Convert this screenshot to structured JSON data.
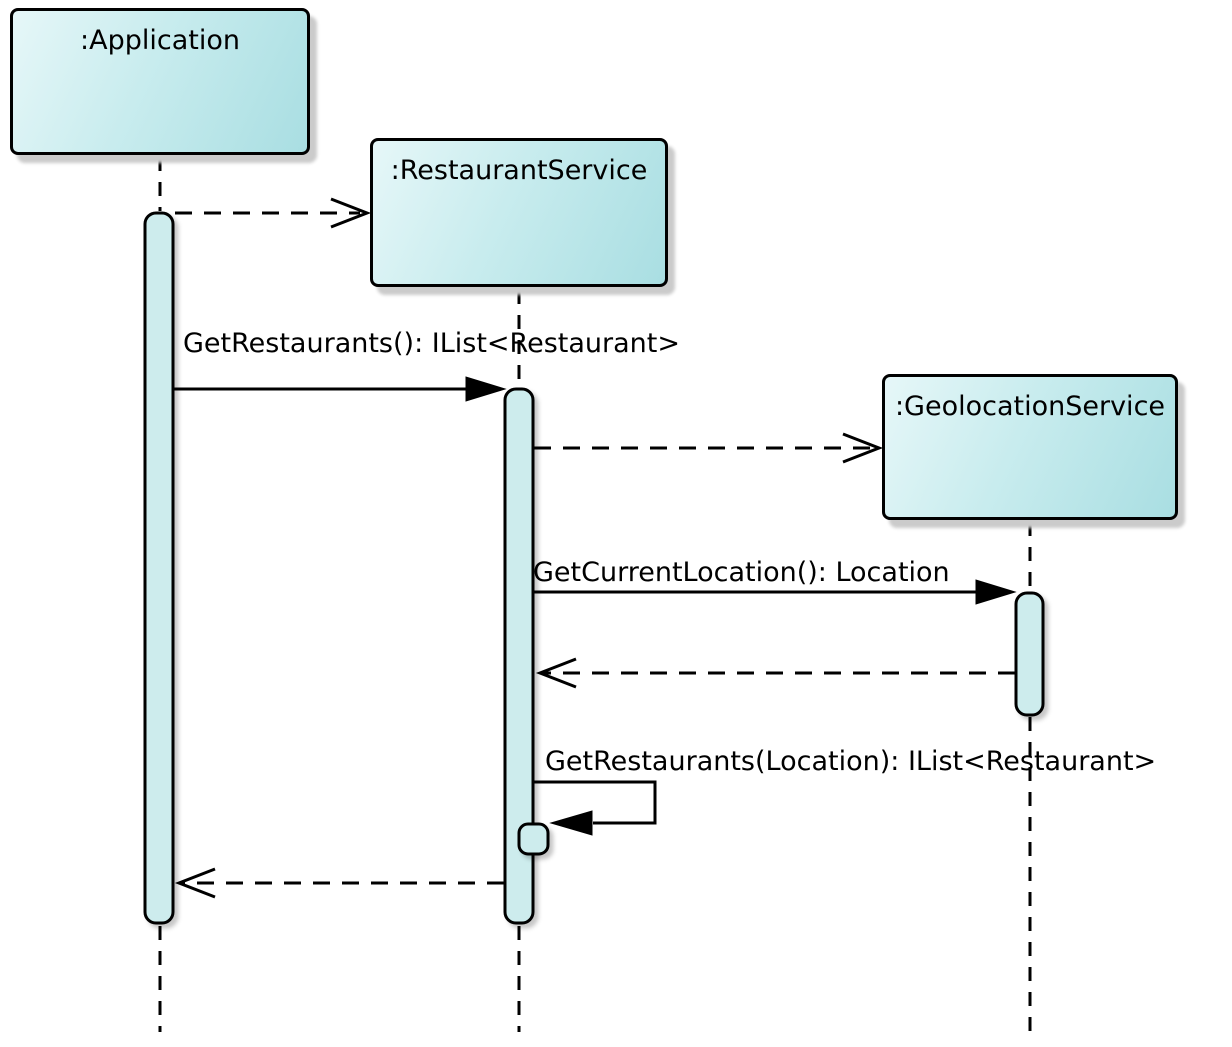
{
  "diagram_type": "UML sequence diagram",
  "lifelines": [
    {
      "id": "application",
      "label": ":Application"
    },
    {
      "id": "restaurant-service",
      "label": ":RestaurantService"
    },
    {
      "id": "geolocation-service",
      "label": ":GeolocationService"
    }
  ],
  "messages": [
    {
      "from": "application",
      "to": "restaurant-service",
      "kind": "create",
      "label": ""
    },
    {
      "from": "application",
      "to": "restaurant-service",
      "kind": "sync-call",
      "label": "GetRestaurants(): IList<Restaurant>"
    },
    {
      "from": "restaurant-service",
      "to": "geolocation-service",
      "kind": "create",
      "label": ""
    },
    {
      "from": "restaurant-service",
      "to": "geolocation-service",
      "kind": "sync-call",
      "label": "GetCurrentLocation(): Location"
    },
    {
      "from": "geolocation-service",
      "to": "restaurant-service",
      "kind": "return",
      "label": ""
    },
    {
      "from": "restaurant-service",
      "to": "restaurant-service",
      "kind": "self-call",
      "label": "GetRestaurants(Location): IList<Restaurant>"
    },
    {
      "from": "restaurant-service",
      "to": "application",
      "kind": "return",
      "label": ""
    }
  ],
  "colors": {
    "box_gradient_start": "#e6f7f8",
    "box_gradient_end": "#a9dee2",
    "activation_fill": "#cdeced",
    "line": "#000000",
    "background": "#ffffff",
    "shadow": "#cbcbcb"
  }
}
